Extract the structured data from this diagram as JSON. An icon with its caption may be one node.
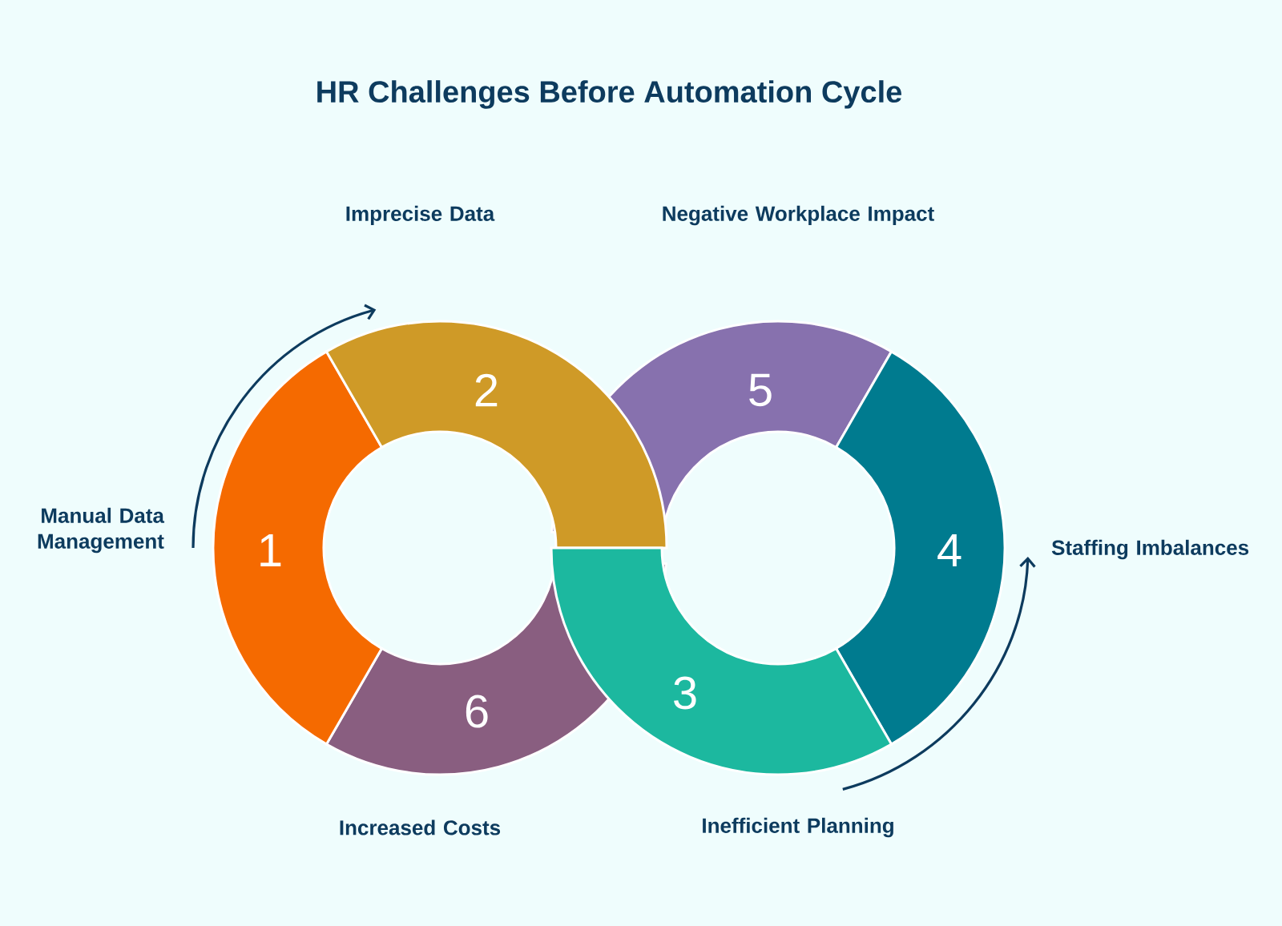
{
  "diagram": {
    "title": "HR Challenges Before Automation Cycle",
    "nodes": [
      {
        "text": [
          "1"
        ]
      },
      {
        "text": [
          "2"
        ]
      },
      {
        "text": [
          "3"
        ]
      },
      {
        "text": [
          "4"
        ]
      },
      {
        "text": [
          "5"
        ]
      },
      {
        "text": [
          "6"
        ]
      }
    ],
    "labels": [
      "Imprecise Data",
      "Negative Workplace Impact",
      "Manual Data Management",
      "Staffing Imbalances",
      "Increased Costs",
      "Inefficient Planning"
    ]
  }
}
